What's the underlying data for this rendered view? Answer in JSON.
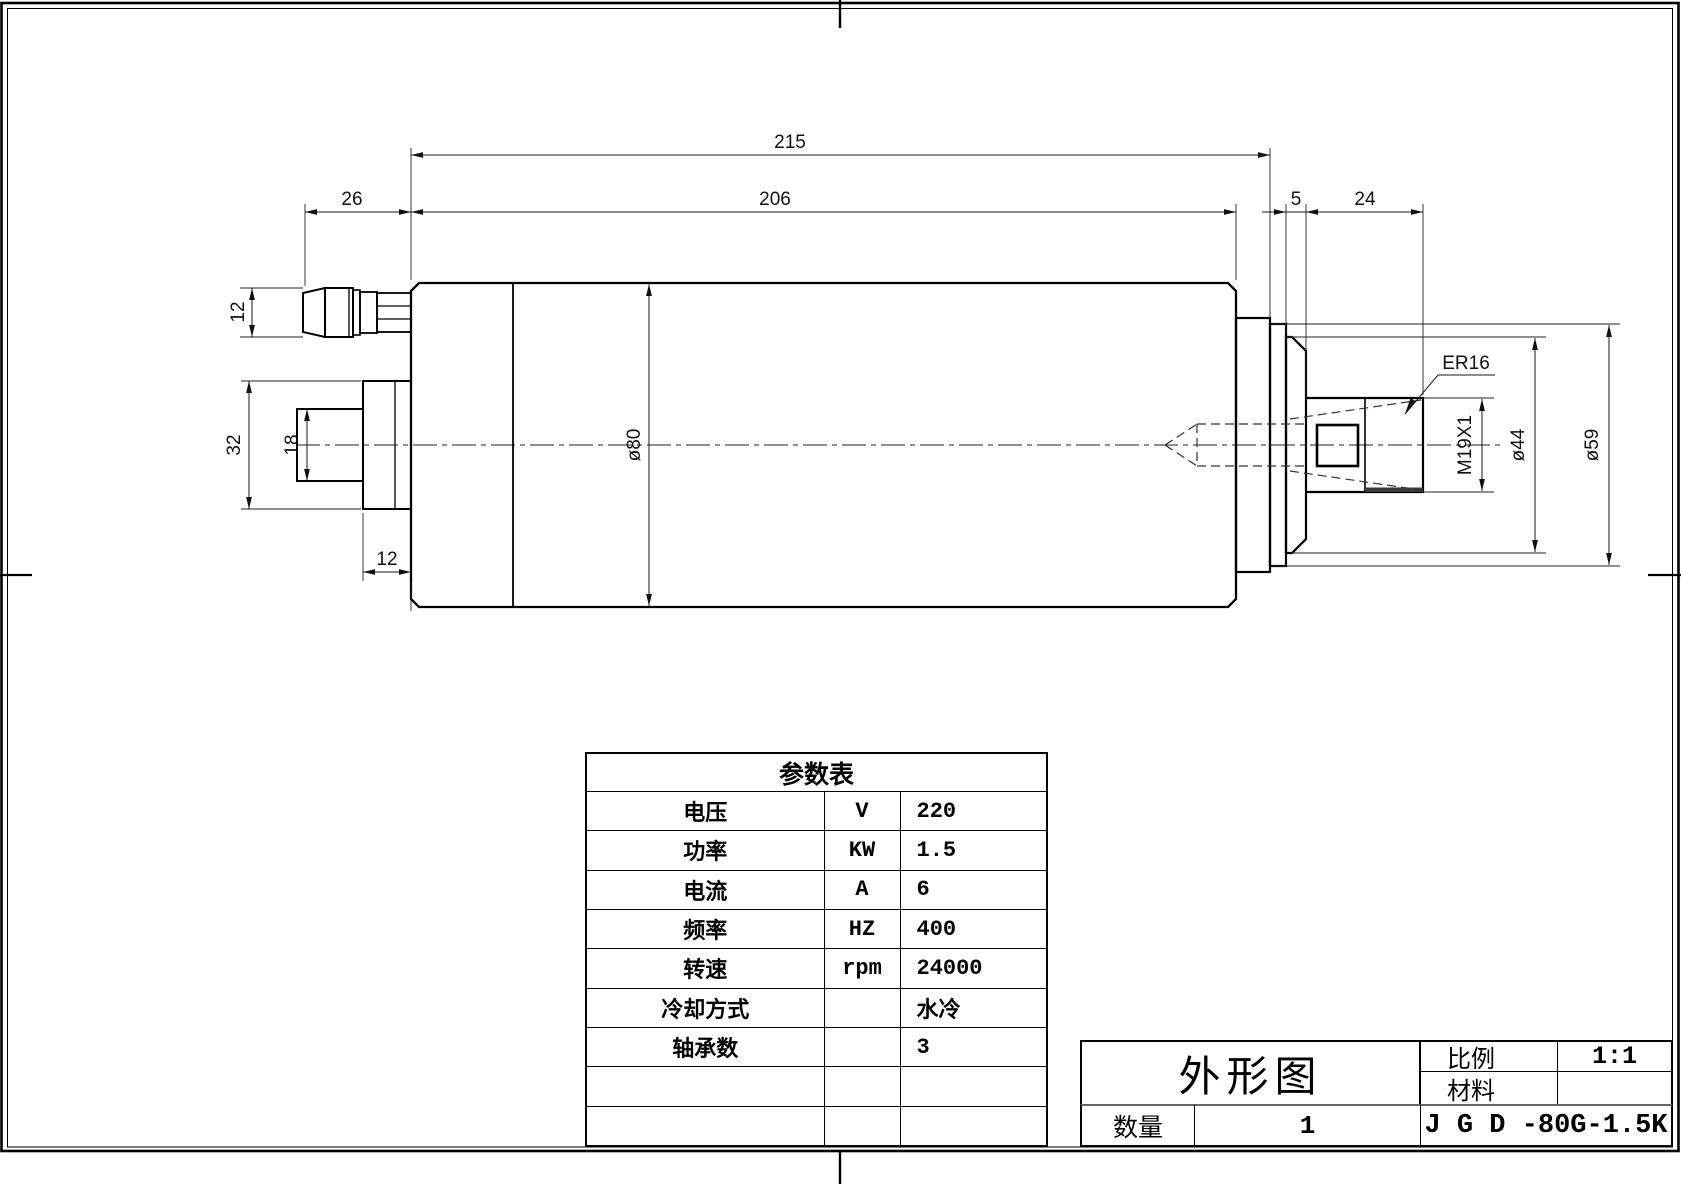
{
  "drawing": {
    "description": "spindle motor outline drawing",
    "dimensions": {
      "d215": "215",
      "d206": "206",
      "d26": "26",
      "d5": "5",
      "d24": "24",
      "d12_connector": "12",
      "d32": "32",
      "d18": "18",
      "d12_rear": "12",
      "d80": "ø80",
      "m19": "M19X1",
      "d44": "ø44",
      "d59": "ø59",
      "er16": "ER16"
    }
  },
  "table": {
    "title": "参数表",
    "rows": [
      {
        "name": "电压",
        "unit": "V",
        "value": "220"
      },
      {
        "name": "功率",
        "unit": "KW",
        "value": "1.5"
      },
      {
        "name": "电流",
        "unit": "A",
        "value": "6"
      },
      {
        "name": "频率",
        "unit": "HZ",
        "value": "400"
      },
      {
        "name": "转速",
        "unit": "rpm",
        "value": "24000"
      },
      {
        "name": "冷却方式",
        "unit": "",
        "value": "水冷"
      },
      {
        "name": "轴承数",
        "unit": "",
        "value": "3"
      },
      {
        "name": "",
        "unit": "",
        "value": ""
      },
      {
        "name": "",
        "unit": "",
        "value": ""
      }
    ]
  },
  "title_block": {
    "drawing_name": "外形图",
    "scale_label": "比例",
    "scale_value": "1:1",
    "material_label": "材料",
    "material_value": "",
    "quantity_label": "数量",
    "quantity_value": "1",
    "model": "J G D -80G-1.5K"
  },
  "colors": {
    "line": "#000000",
    "dim_line": "#1a1a1a",
    "thick_divider": "#666666"
  }
}
